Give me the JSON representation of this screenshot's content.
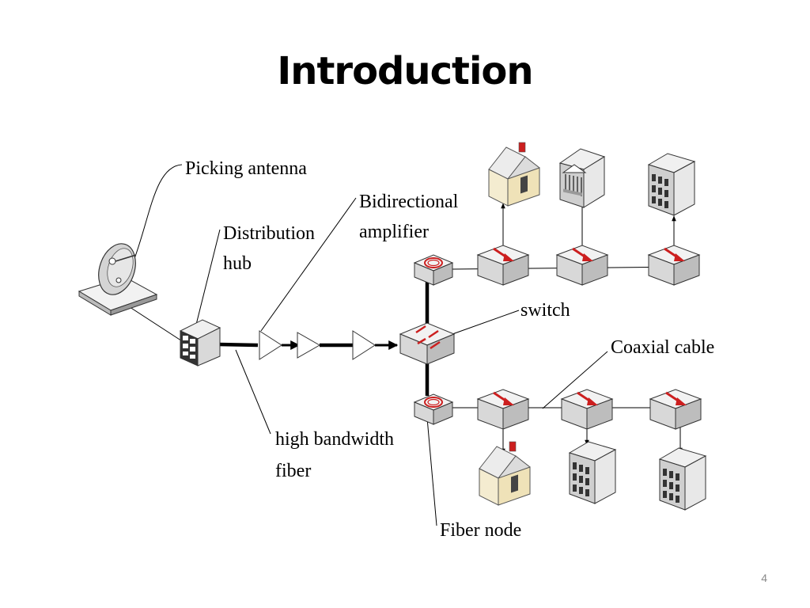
{
  "slide": {
    "title": "Introduction",
    "page_number": "4"
  },
  "labels": {
    "picking_antenna": "Picking antenna",
    "distribution_hub_1": "Distribution",
    "distribution_hub_2": "hub",
    "bidirectional_amplifier_1": "Bidirectional",
    "bidirectional_amplifier_2": "amplifier",
    "switch": "switch",
    "coaxial_cable": "Coaxial cable",
    "high_bandwidth_fiber_1": "high bandwidth",
    "high_bandwidth_fiber_2": "fiber",
    "fiber_node": "Fiber node"
  },
  "colors": {
    "accent_red": "#cc1f1f",
    "house_wall": "#f4ecd0",
    "device_gray": "#e2e2e2",
    "line": "#000000"
  },
  "icons": [
    "satellite-dish-icon",
    "distribution-hub-icon",
    "amplifier-icon",
    "switch-icon",
    "fiber-node-icon",
    "tap-icon",
    "house-icon",
    "bank-icon",
    "office-building-icon"
  ]
}
